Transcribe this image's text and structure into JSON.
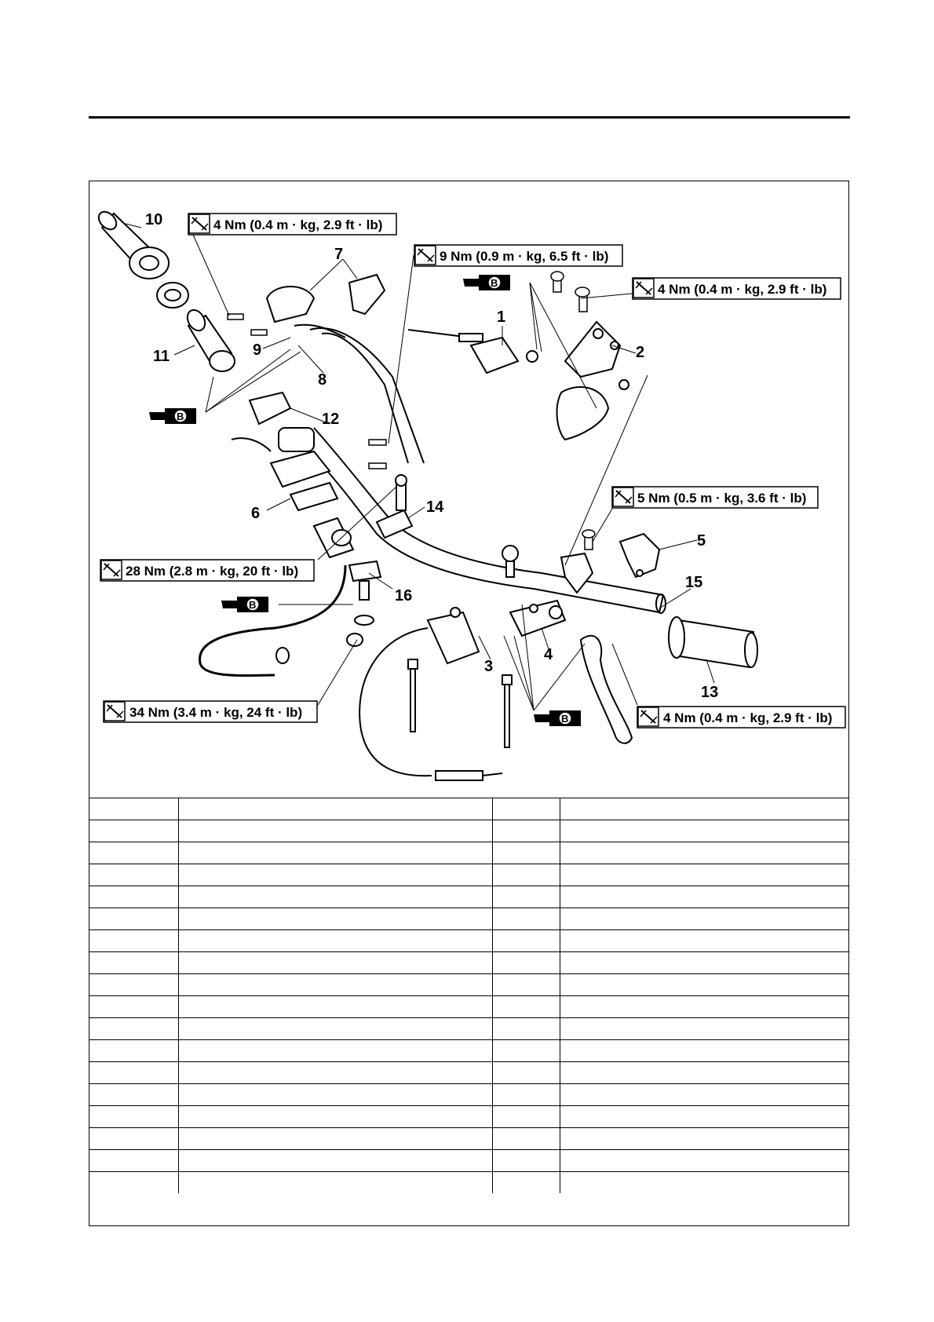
{
  "callouts": [
    "1",
    "2",
    "3",
    "4",
    "5",
    "6",
    "7",
    "8",
    "9",
    "10",
    "11",
    "12",
    "13",
    "14",
    "15",
    "16"
  ],
  "torque_specs": {
    "t1": "4 Nm (0.4 m · kg, 2.9 ft · lb)",
    "t2": "9 Nm (0.9 m · kg, 6.5 ft · lb)",
    "t3": "4 Nm (0.4 m · kg, 2.9 ft · lb)",
    "t4": "5 Nm (0.5 m · kg, 3.6 ft · lb)",
    "t5": "28 Nm (2.8 m · kg, 20 ft · lb)",
    "t6": "34 Nm (3.4 m · kg, 24 ft · lb)",
    "t7": "4 Nm (0.4 m · kg, 2.9 ft · lb)"
  },
  "grease_symbol_letter": "B",
  "table_rows": [
    [
      "",
      "",
      "",
      ""
    ],
    [
      "",
      "",
      "",
      ""
    ],
    [
      "",
      "",
      "",
      ""
    ],
    [
      "",
      "",
      "",
      ""
    ],
    [
      "",
      "",
      "",
      ""
    ],
    [
      "",
      "",
      "",
      ""
    ],
    [
      "",
      "",
      "",
      ""
    ],
    [
      "",
      "",
      "",
      ""
    ],
    [
      "",
      "",
      "",
      ""
    ],
    [
      "",
      "",
      "",
      ""
    ],
    [
      "",
      "",
      "",
      ""
    ],
    [
      "",
      "",
      "",
      ""
    ],
    [
      "",
      "",
      "",
      ""
    ],
    [
      "",
      "",
      "",
      ""
    ],
    [
      "",
      "",
      "",
      ""
    ],
    [
      "",
      "",
      "",
      ""
    ],
    [
      "",
      "",
      "",
      ""
    ],
    [
      "",
      "",
      "",
      ""
    ]
  ]
}
